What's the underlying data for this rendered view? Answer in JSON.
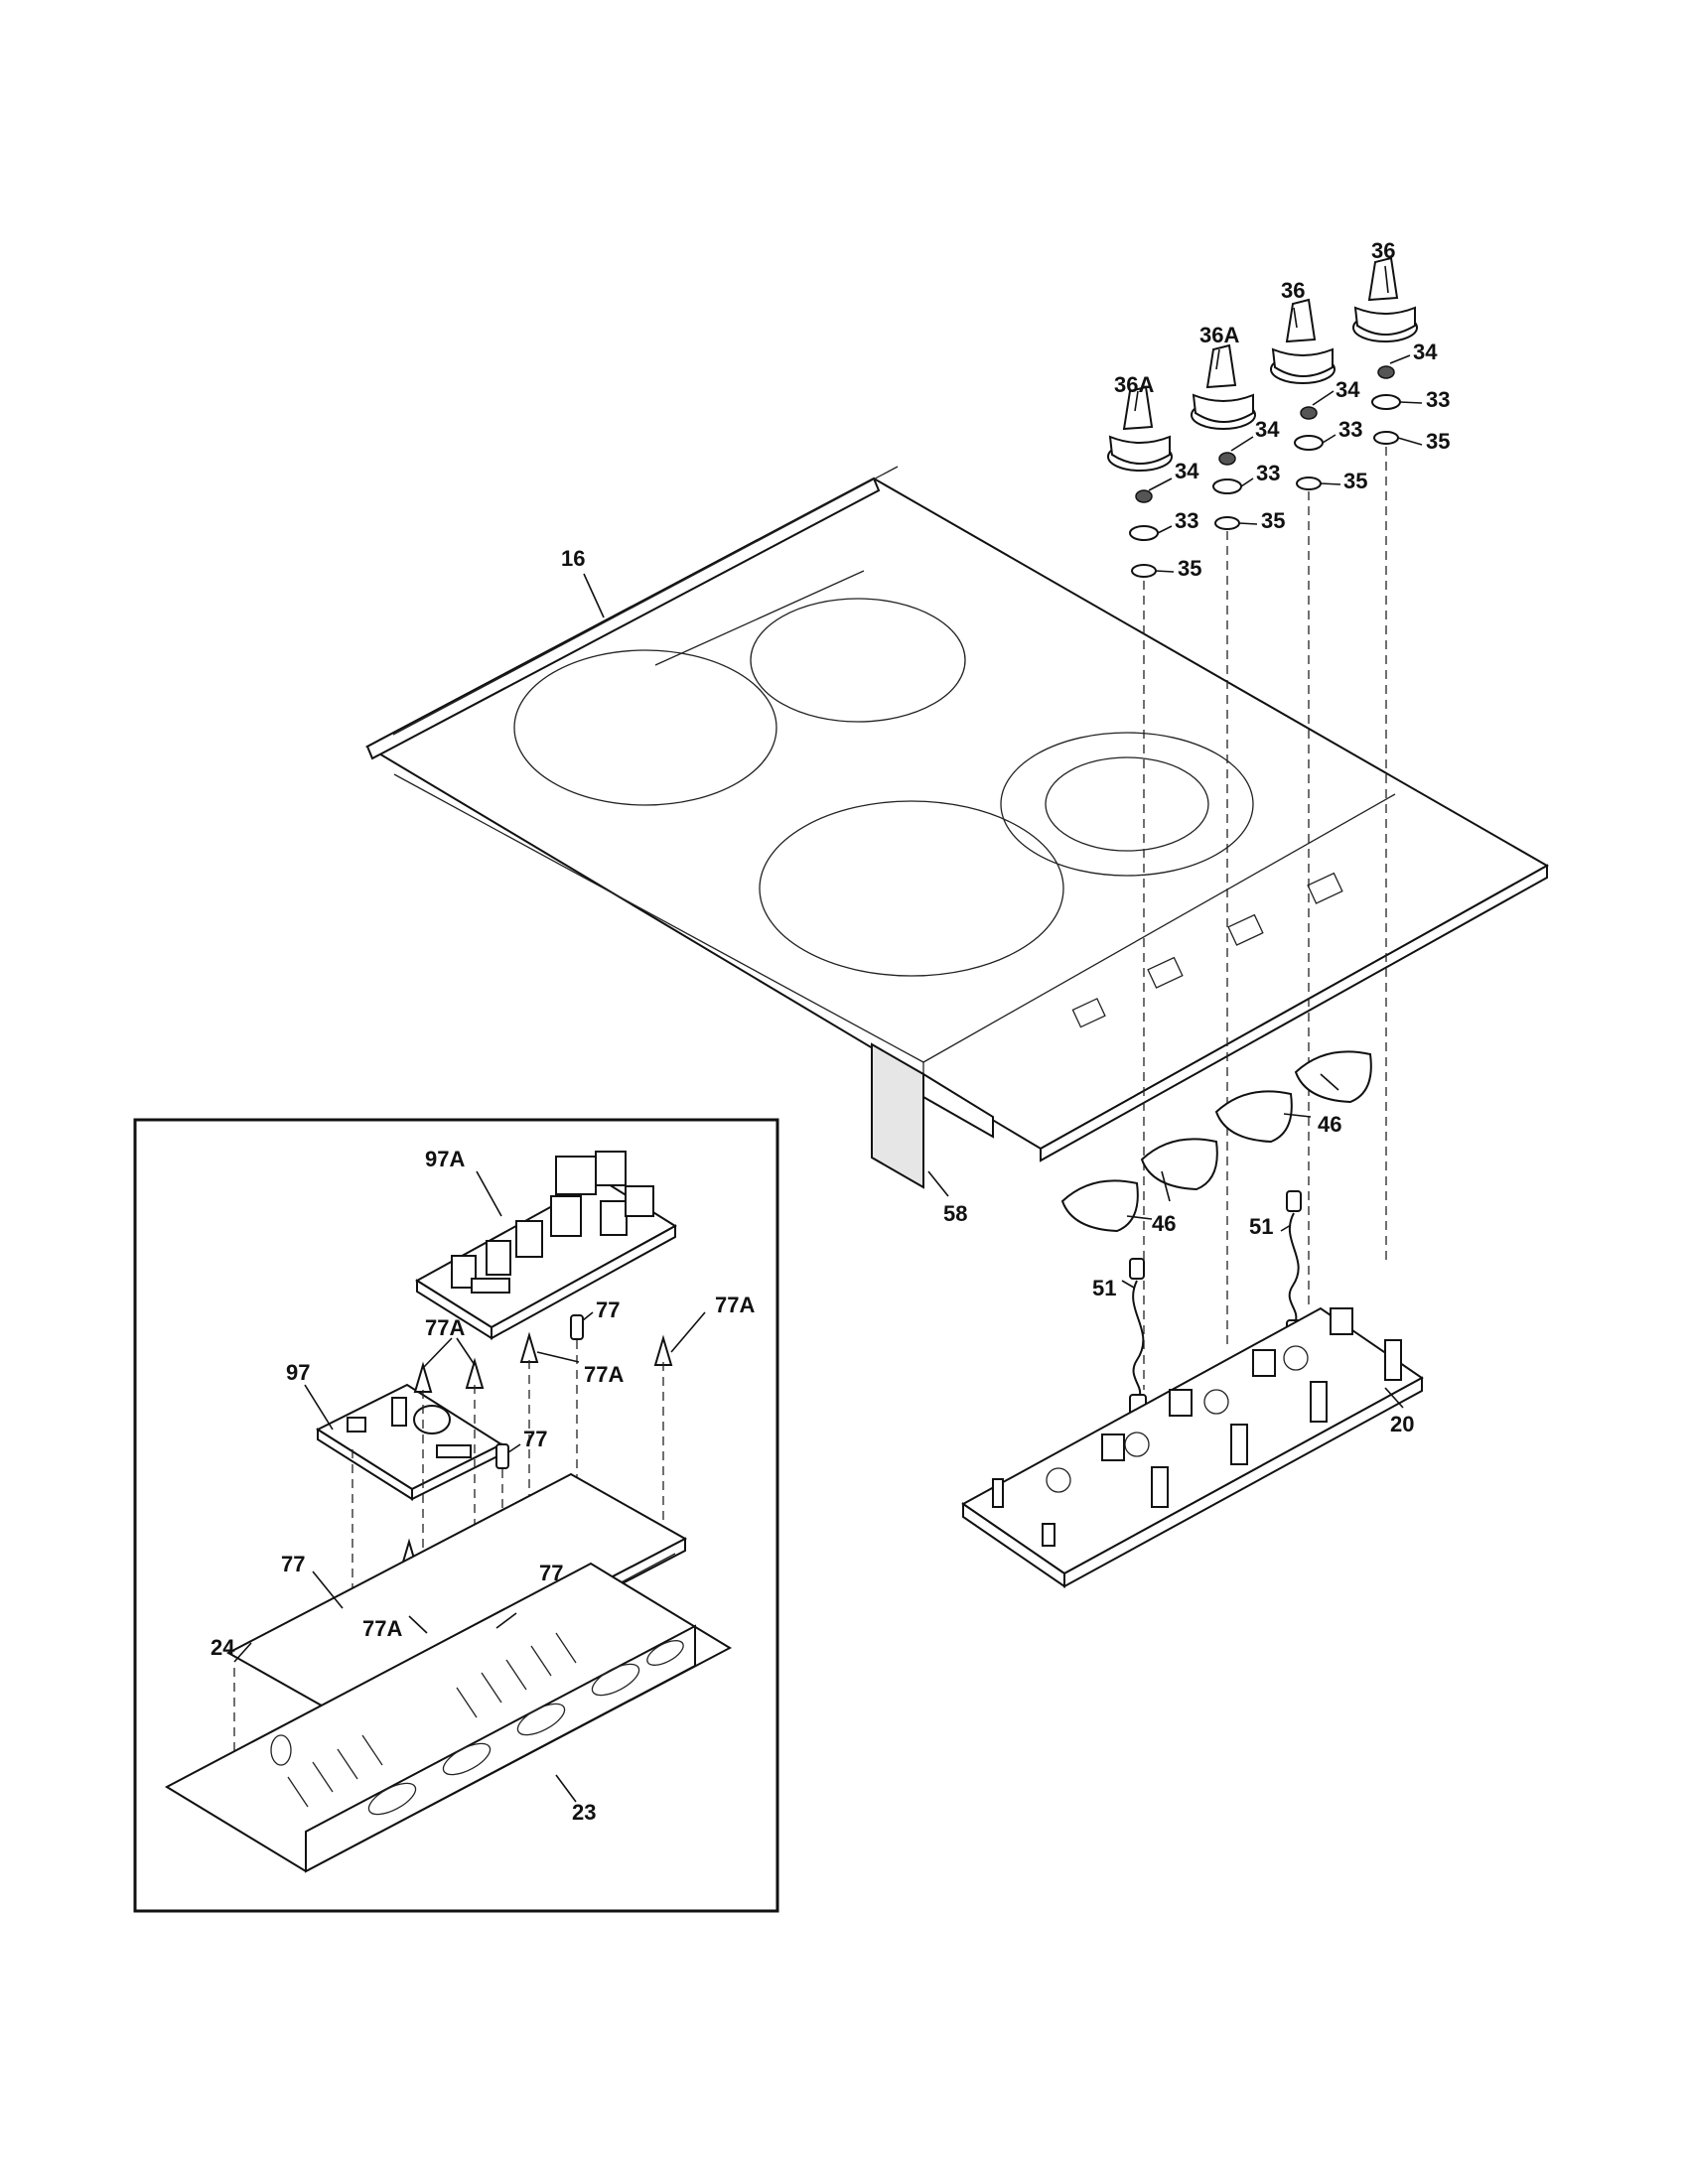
{
  "diagram": {
    "callouts": {
      "cooktop_glass": "16",
      "knob_a": "36",
      "knob_b": "36A",
      "spring_clip": "34",
      "knob_seal": "33",
      "washer": "35",
      "knob_gasket": "46",
      "insulation": "58",
      "wire_harness": "51",
      "control_board": "20",
      "relay_board": "97A",
      "small_board": "97",
      "standoff": "77",
      "standoff_clip": "77A",
      "board_bracket": "24",
      "board_housing": "23"
    }
  }
}
